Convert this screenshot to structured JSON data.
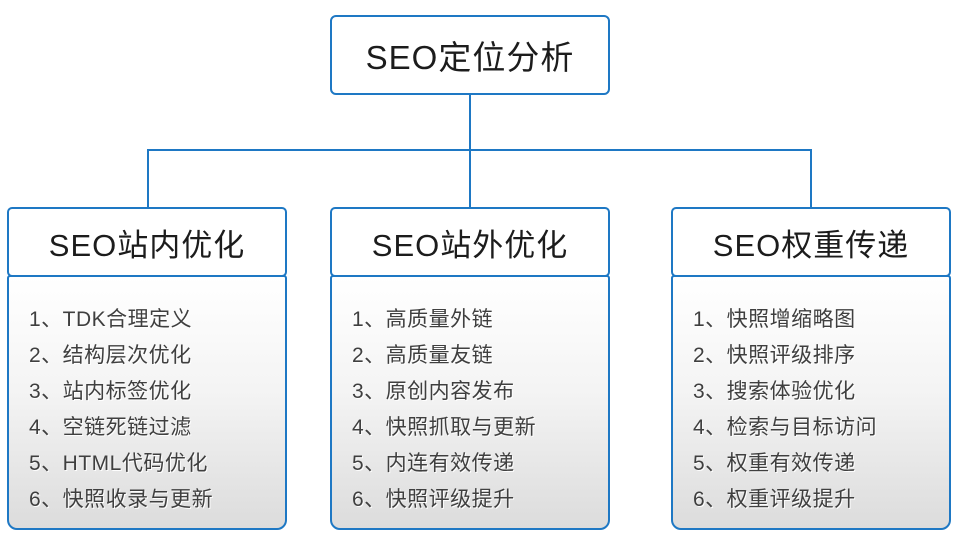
{
  "diagram": {
    "root_title": "SEO定位分析",
    "colors": {
      "accent_blue": "#1e78c4",
      "panel_gradient_bottom": "#dcdcdc",
      "text_dark": "#1c1c1c",
      "text_item": "#3f3f3f"
    },
    "branches": [
      {
        "title": "SEO站内优化",
        "items": [
          "1、TDK合理定义",
          "2、结构层次优化",
          "3、站内标签优化",
          "4、空链死链过滤",
          "5、HTML代码优化",
          "6、快照收录与更新"
        ]
      },
      {
        "title": "SEO站外优化",
        "items": [
          "1、高质量外链",
          "2、高质量友链",
          "3、原创内容发布",
          "4、快照抓取与更新",
          "5、内连有效传递",
          "6、快照评级提升"
        ]
      },
      {
        "title": "SEO权重传递",
        "items": [
          "1、快照增缩略图",
          "2、快照评级排序",
          "3、搜索体验优化",
          "4、检索与目标访问",
          "5、权重有效传递",
          "6、权重评级提升"
        ]
      }
    ]
  }
}
